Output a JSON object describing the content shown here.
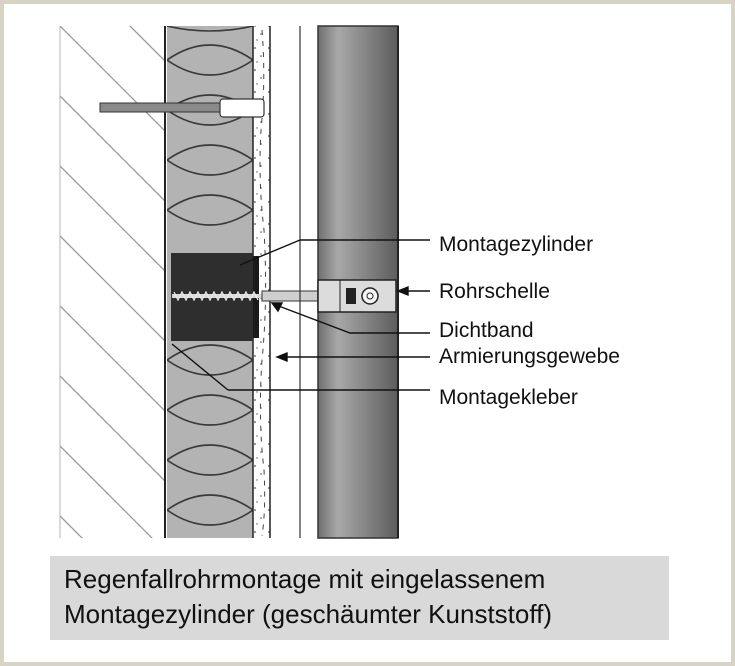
{
  "labels": {
    "montagezylinder": "Montagezylinder",
    "rohrschelle": "Rohrschelle",
    "dichtband": "Dichtband",
    "armierungsgewebe": "Armierungsgewebe",
    "montagekleber": "Montagekleber"
  },
  "caption": {
    "line1": "Regenfallrohrmontage mit eingelassenem",
    "line2": "Montagezylinder (geschäumter Kunststoff)"
  },
  "colors": {
    "frame": "#d8d3c2",
    "caption_bg": "#d9d9d9",
    "insulation": "#b3b3b3",
    "cylinder": "#2e2e2e",
    "pipe": "#8c8c8c"
  }
}
